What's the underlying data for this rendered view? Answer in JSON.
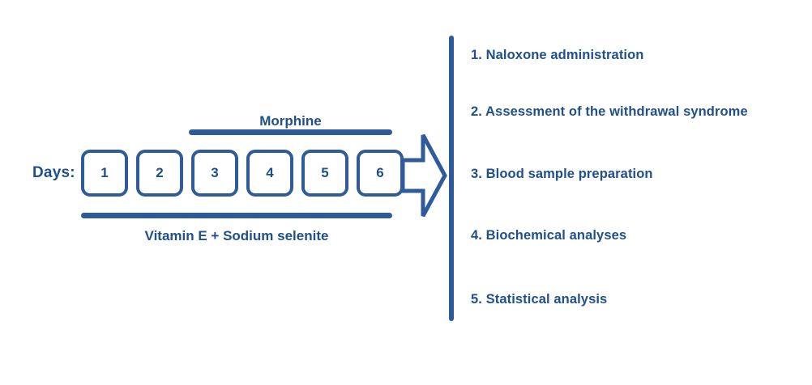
{
  "figure": {
    "title_visible": false,
    "background_color": "#ffffff"
  },
  "colors": {
    "outline_blue": "#2F5B9B",
    "bar_blue": "#2D5B9A",
    "text_blue": "#20508C"
  },
  "timeline": {
    "days_label": "Days:",
    "day_boxes": [
      {
        "label": "1"
      },
      {
        "label": "2"
      },
      {
        "label": "3"
      },
      {
        "label": "4"
      },
      {
        "label": "5"
      },
      {
        "label": "6"
      }
    ],
    "top_treatment": {
      "label": "Morphine",
      "covers_days": [
        "3",
        "4",
        "5",
        "6"
      ]
    },
    "bottom_treatment": {
      "label": "Vitamin E + Sodium selenite",
      "covers_days": [
        "1",
        "2",
        "3",
        "4",
        "5",
        "6"
      ]
    },
    "arrow": {
      "icon": "arrow-right-outline-icon",
      "direction": "right"
    }
  },
  "steps": {
    "items": [
      {
        "text": "1. Naloxone administration"
      },
      {
        "text": "2. Assessment of the withdrawal syndrome"
      },
      {
        "text": "3. Blood sample preparation"
      },
      {
        "text": "4. Biochemical analyses"
      },
      {
        "text": "5. Statistical analysis"
      }
    ]
  }
}
